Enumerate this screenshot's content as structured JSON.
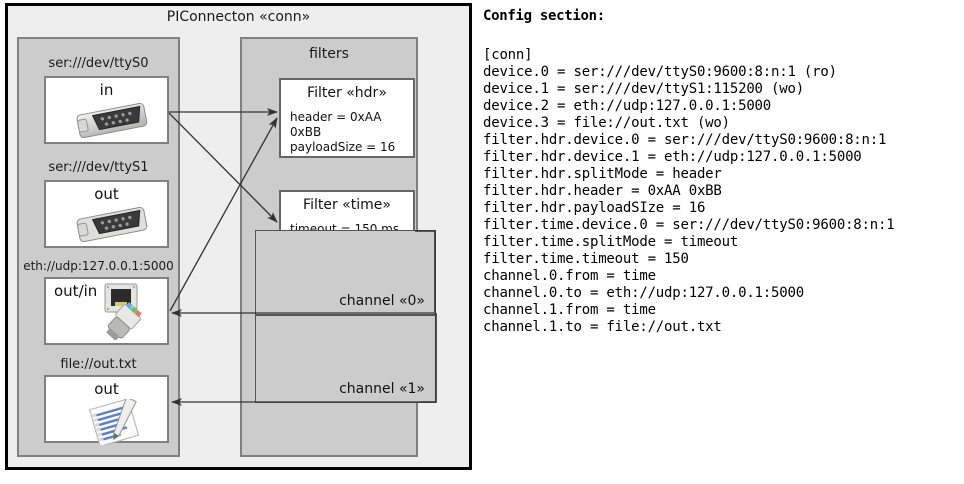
{
  "diagram": {
    "title": "PIConnecton «conn»",
    "devices_group": {
      "title": ""
    },
    "filters_group": {
      "title": "filters"
    },
    "devices": [
      {
        "label": "ser:///dev/ttyS0",
        "caption": "in",
        "icon": "serial-connector-icon"
      },
      {
        "label": "ser:///dev/ttyS1",
        "caption": "out",
        "icon": "serial-connector-icon"
      },
      {
        "label": "eth://udp:127.0.0.1:5000",
        "caption": "out/in",
        "icon": "ethernet-plug-icon"
      },
      {
        "label": "file://out.txt",
        "caption": "out",
        "icon": "text-file-icon"
      }
    ],
    "filters": [
      {
        "title": "Filter «hdr»",
        "props": [
          "header = 0xAA 0xBB",
          "payloadSize = 16"
        ]
      },
      {
        "title": "Filter «time»",
        "props": [
          "timeout = 150 ms"
        ]
      }
    ],
    "channels": [
      {
        "label": "channel «0»"
      },
      {
        "label": "channel «1»"
      }
    ],
    "colors": {
      "frame": "#000000",
      "canvas": "#eeeeee",
      "group": "#cccccc",
      "group_border": "#808080",
      "node": "#ffffff",
      "arrow": "#333333"
    }
  },
  "config": {
    "header": "Config section:",
    "lines": [
      "[conn]",
      "device.0 = ser:///dev/ttyS0:9600:8:n:1 (ro)",
      "device.1 = ser:///dev/ttyS1:115200 (wo)",
      "device.2 = eth://udp:127.0.0.1:5000",
      "device.3 = file://out.txt (wo)",
      "filter.hdr.device.0 = ser:///dev/ttyS0:9600:8:n:1",
      "filter.hdr.device.1 = eth://udp:127.0.0.1:5000",
      "filter.hdr.splitMode = header",
      "filter.hdr.header = 0xAA 0xBB",
      "filter.hdr.payloadSIze = 16",
      "filter.time.device.0 = ser:///dev/ttyS0:9600:8:n:1",
      "filter.time.splitMode = timeout",
      "filter.time.timeout = 150",
      "channel.0.from = time",
      "channel.0.to = eth://udp:127.0.0.1:5000",
      "channel.1.from = time",
      "channel.1.to = file://out.txt"
    ]
  }
}
